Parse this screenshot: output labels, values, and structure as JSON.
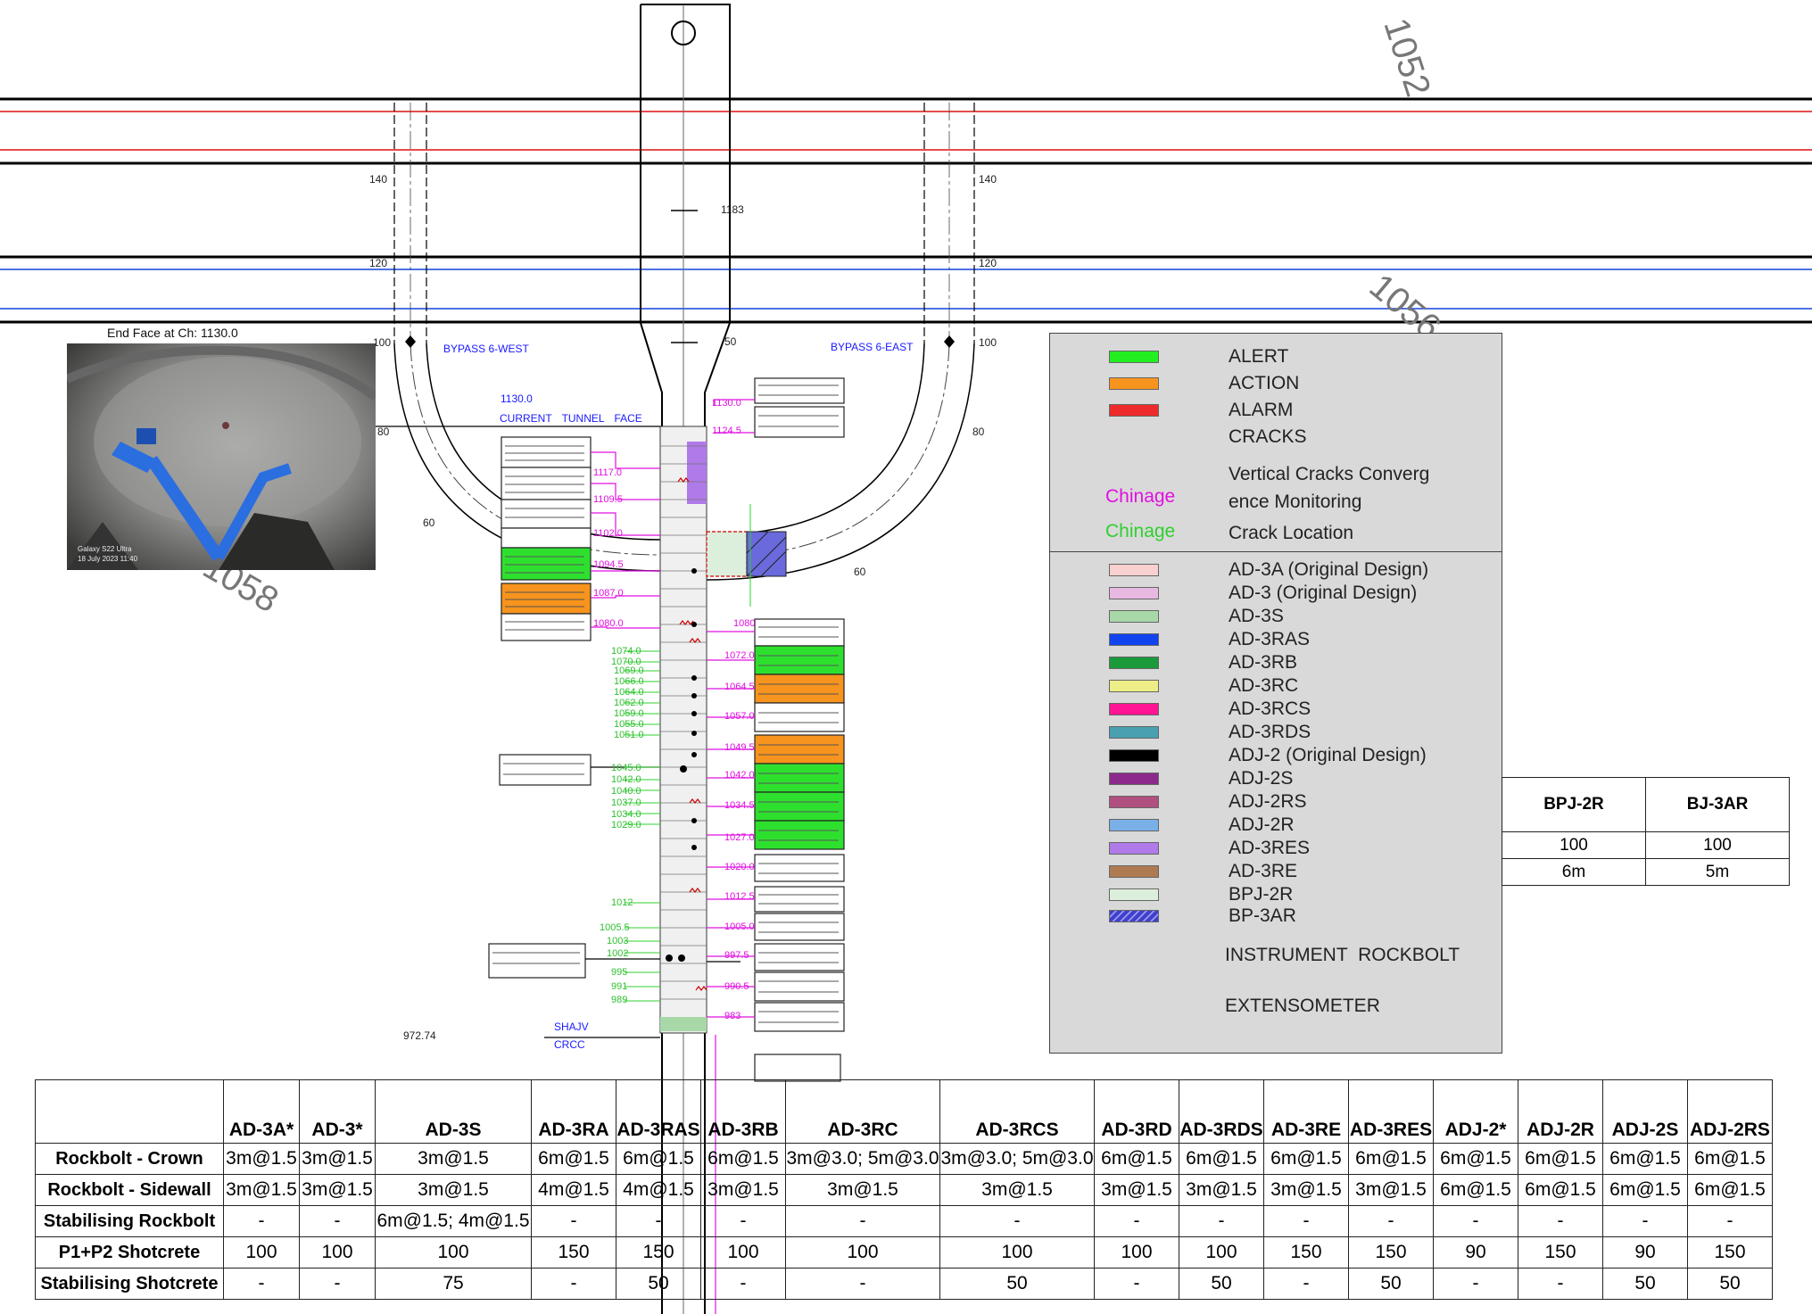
{
  "drawing": {
    "contour_labels": [
      "1052",
      "1056",
      "1058"
    ],
    "grid_labels": [
      "140",
      "140",
      "120",
      "120",
      "100",
      "100",
      "80",
      "80",
      "60",
      "60"
    ],
    "bypass_west": "BYPASS 6-WEST",
    "bypass_east": "BYPASS 6-EAST",
    "face_chainage": "1130.0",
    "current_tunnel_face": "CURRENT TUNNEL FACE",
    "shaft_labels": [
      "SHAJV",
      "CRCC"
    ],
    "photo_title": "End Face at Ch: 1130.0",
    "photo_caption_1": "Galaxy S22 Ultra",
    "photo_caption_2": "18 July 2023 11:40"
  },
  "legend": {
    "status_items": [
      {
        "label": "ALERT",
        "color": "#22ee22"
      },
      {
        "label": "ACTION",
        "color": "#f7941d"
      },
      {
        "label": "ALARM",
        "color": "#ee2a2a"
      },
      {
        "label": "CRACKS",
        "color": "#cc0000"
      }
    ],
    "monitoring_item": "Vertical Cracks Converg ence Monitoring",
    "chinage_magenta": "Chinage",
    "chinage_green": "Chinage",
    "crack_location": "Crack Location",
    "design_items": [
      {
        "label": "AD-3A (Original Design)",
        "color": "#f9d0d0"
      },
      {
        "label": "AD-3 (Original Design)",
        "color": "#e7b8e0"
      },
      {
        "label": "AD-3S",
        "color": "#a8d8a8"
      },
      {
        "label": "AD-3RAS",
        "color": "#1144ee"
      },
      {
        "label": "AD-3RB",
        "color": "#1a9a3a"
      },
      {
        "label": "AD-3RC",
        "color": "#eeee88"
      },
      {
        "label": "AD-3RCS",
        "color": "#ff1493"
      },
      {
        "label": "AD-3RDS",
        "color": "#4aa0b0"
      },
      {
        "label": "ADJ-2 (Original Design)",
        "color": "#000000"
      },
      {
        "label": "ADJ-2S",
        "color": "#8b2a8b"
      },
      {
        "label": "ADJ-2RS",
        "color": "#b05080"
      },
      {
        "label": "ADJ-2R",
        "color": "#7ab0e8"
      },
      {
        "label": "AD-3RES",
        "color": "#b07ae8"
      },
      {
        "label": "AD-3RE",
        "color": "#b07a50"
      },
      {
        "label": "BPJ-2R",
        "color": "#dcefdc"
      },
      {
        "label": "BP-3AR",
        "color": "#4040cc"
      }
    ],
    "instrument_rockbolt": "INSTRUMENT ROCKBOLT",
    "extensometer": "EXTENSOMETER"
  },
  "bp_table": {
    "headers": [
      "BPJ-2R",
      "BJ-3AR"
    ],
    "rows": [
      [
        "100",
        "100"
      ],
      [
        "6m",
        "5m"
      ]
    ]
  },
  "design_table": {
    "headers": [
      "",
      "AD-3A*",
      "AD-3*",
      "AD-3S",
      "AD-3RA",
      "AD-3RAS",
      "AD-3RB",
      "AD-3RC",
      "AD-3RCS",
      "AD-3RD",
      "AD-3RDS",
      "AD-3RE",
      "AD-3RES",
      "ADJ-2*",
      "ADJ-2R",
      "ADJ-2S",
      "ADJ-2RS"
    ],
    "rows": [
      [
        "Rockbolt - Crown",
        "3m@1.5",
        "3m@1.5",
        "3m@1.5",
        "6m@1.5",
        "6m@1.5",
        "6m@1.5",
        "3m@3.0; 5m@3.0",
        "3m@3.0; 5m@3.0",
        "6m@1.5",
        "6m@1.5",
        "6m@1.5",
        "6m@1.5",
        "6m@1.5",
        "6m@1.5",
        "6m@1.5",
        "6m@1.5"
      ],
      [
        "Rockbolt - Sidewall",
        "3m@1.5",
        "3m@1.5",
        "3m@1.5",
        "4m@1.5",
        "4m@1.5",
        "3m@1.5",
        "3m@1.5",
        "3m@1.5",
        "3m@1.5",
        "3m@1.5",
        "3m@1.5",
        "3m@1.5",
        "6m@1.5",
        "6m@1.5",
        "6m@1.5",
        "6m@1.5"
      ],
      [
        "Stabilising Rockbolt",
        "-",
        "-",
        "6m@1.5; 4m@1.5",
        "-",
        "-",
        "-",
        "-",
        "-",
        "-",
        "-",
        "-",
        "-",
        "-",
        "-",
        "-",
        "-"
      ],
      [
        "P1+P2 Shotcrete",
        "100",
        "100",
        "100",
        "150",
        "150",
        "100",
        "100",
        "100",
        "100",
        "100",
        "150",
        "150",
        "90",
        "150",
        "90",
        "150"
      ],
      [
        "Stabilising Shotcrete",
        "-",
        "-",
        "75",
        "-",
        "50",
        "-",
        "-",
        "50",
        "-",
        "50",
        "-",
        "50",
        "-",
        "-",
        "50",
        "50"
      ]
    ]
  }
}
